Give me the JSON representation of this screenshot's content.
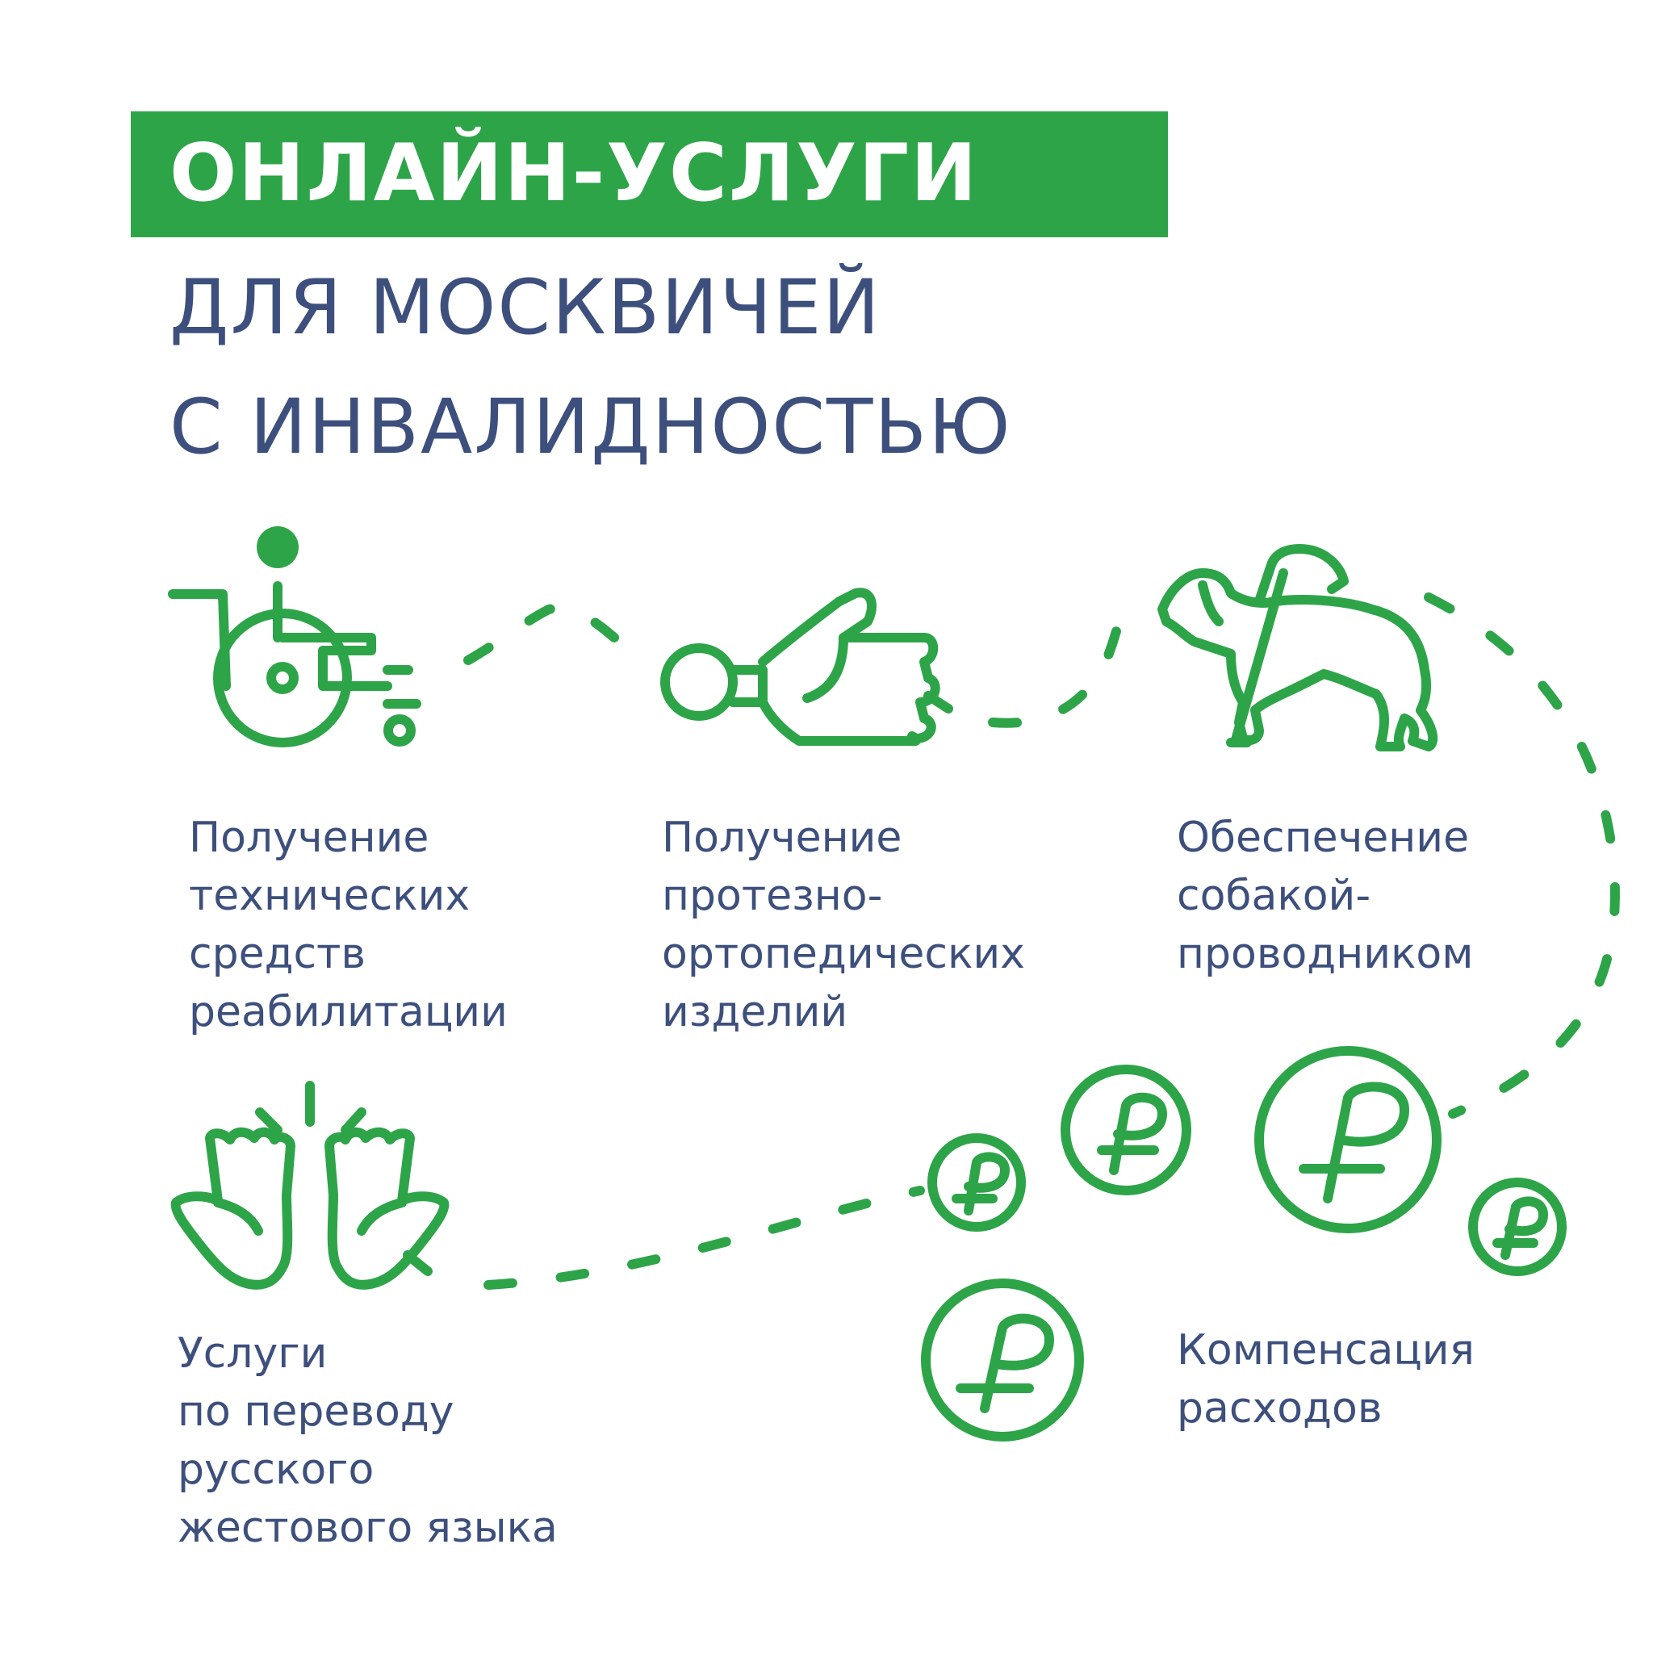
{
  "header": {
    "title": "ОНЛАЙН-УСЛУГИ",
    "subtitle_line1": "ДЛЯ МОСКВИЧЕЙ",
    "subtitle_line2": "С ИНВАЛИДНОСТЬЮ"
  },
  "services": [
    {
      "icon": "wheelchair-icon",
      "label": "Получение\nтехнических\nсредств\nреабилитации"
    },
    {
      "icon": "prosthetic-hand-icon",
      "label": "Получение\nпротезно-\nортопедических\nизделий"
    },
    {
      "icon": "guide-dog-icon",
      "label": "Обеспечение\nсобакой-\nпроводником"
    },
    {
      "icon": "sign-language-hands-icon",
      "label": "Услуги\nпо переводу\nрусского\nжестового языка"
    },
    {
      "icon": "ruble-coins-icon",
      "label": "Компенсация\nрасходов"
    }
  ],
  "colors": {
    "accent_green": "#2ea449",
    "text_navy": "#3d4f7c",
    "background": "#ffffff"
  }
}
